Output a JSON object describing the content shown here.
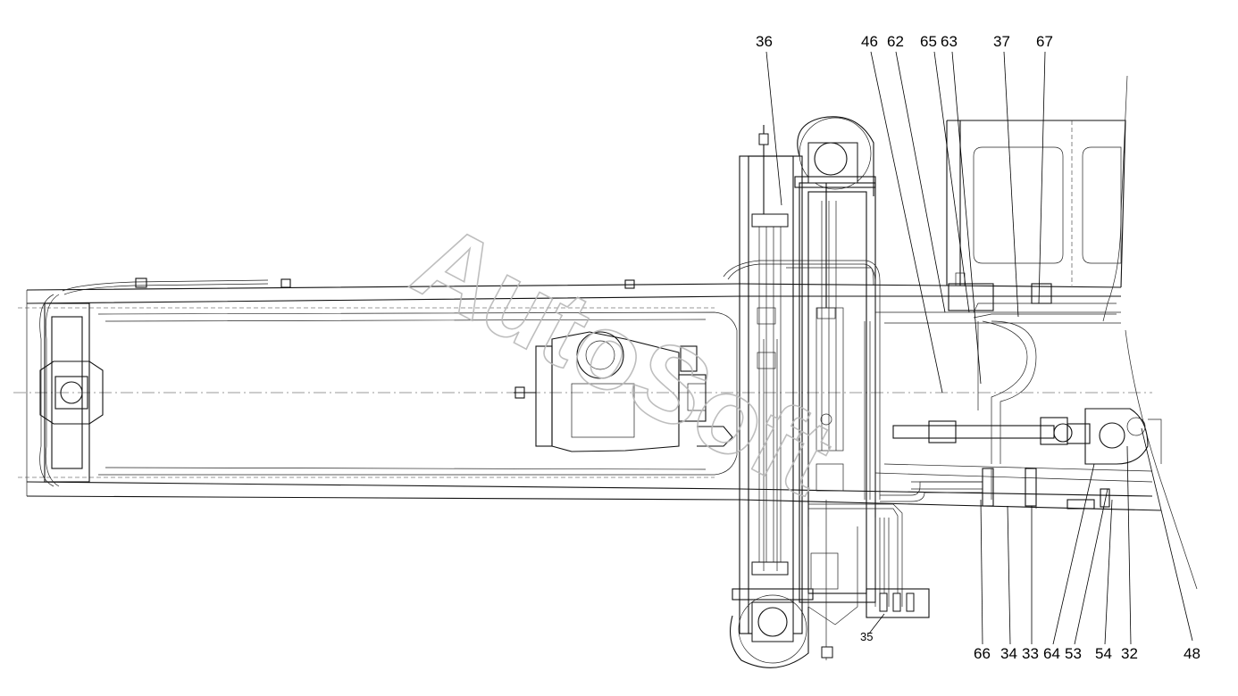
{
  "watermark": "AutoSoft",
  "callouts": [
    {
      "id": "c36",
      "label": "36"
    },
    {
      "id": "c46",
      "label": "46"
    },
    {
      "id": "c62",
      "label": "62"
    },
    {
      "id": "c65",
      "label": "65"
    },
    {
      "id": "c63",
      "label": "63"
    },
    {
      "id": "c37",
      "label": "37"
    },
    {
      "id": "c67",
      "label": "67"
    },
    {
      "id": "c35",
      "label": "35"
    },
    {
      "id": "c66",
      "label": "66"
    },
    {
      "id": "c34",
      "label": "34"
    },
    {
      "id": "c33",
      "label": "33"
    },
    {
      "id": "c64",
      "label": "64"
    },
    {
      "id": "c53",
      "label": "53"
    },
    {
      "id": "c54",
      "label": "54"
    },
    {
      "id": "c32",
      "label": "32"
    },
    {
      "id": "c48",
      "label": "48"
    }
  ]
}
